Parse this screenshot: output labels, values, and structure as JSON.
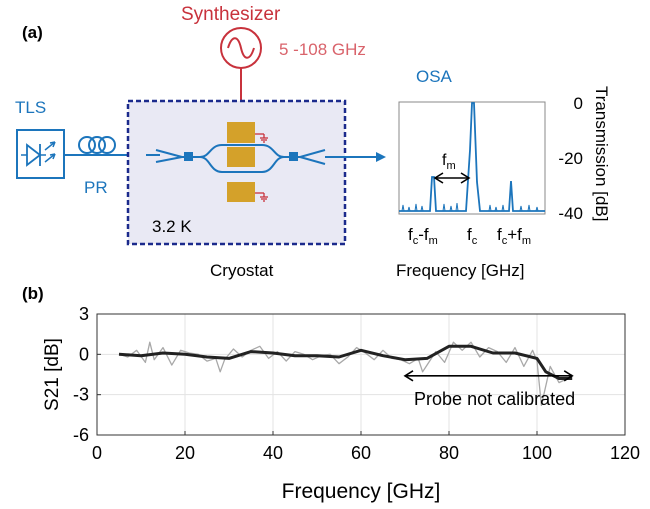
{
  "colors": {
    "optical_blue": "#1c75bc",
    "synth_red": "#c8323c",
    "synth_label": "#d9636b",
    "cryostat_border": "#1b2a8c",
    "cryostat_fill": "#e9e9f4",
    "electrode_gold": "#d4a12a",
    "trace_gray": "#a8a8a8",
    "trace_black": "#222222",
    "grid": "#e3e3e3"
  },
  "panel_a": {
    "label": "(a)",
    "synthesizer": {
      "title": "Synthesizer",
      "range": "5 -108 GHz",
      "icon": "sine-source-icon"
    },
    "tls": {
      "label": "TLS",
      "icon": "laser-diode-icon"
    },
    "pr": {
      "label": "PR",
      "icon": "polarization-controller-icon"
    },
    "cryostat": {
      "temperature": "3.2 K",
      "caption": "Cryostat"
    },
    "osa": {
      "label": "OSA",
      "ylabel": "Transmission [dB]",
      "yticks": [
        "0",
        "-20",
        "-40"
      ],
      "xticks": {
        "left_main": "f",
        "left_sub": "c",
        "left_mid": "-f",
        "left_mid_sub": "m",
        "center_main": "f",
        "center_sub": "c",
        "right_main": "f",
        "right_sub": "c",
        "right_mid": "+f",
        "right_mid_sub": "m"
      },
      "fm_label": "f",
      "fm_sub": "m",
      "xlabel": "Frequency [GHz]"
    }
  },
  "panel_b": {
    "label": "(b)",
    "annotation": "Probe not calibrated"
  },
  "chart_data": {
    "type": "line",
    "xlabel": "Frequency [GHz]",
    "ylabel": "S21 [dB]",
    "xlim": [
      0,
      120
    ],
    "ylim": [
      -6,
      3
    ],
    "xticks": [
      0,
      20,
      40,
      60,
      80,
      100,
      120
    ],
    "yticks": [
      3,
      0,
      -3,
      -6
    ],
    "grid": true,
    "series": [
      {
        "style": "raw",
        "x": [
          5,
          7,
          9,
          11,
          12,
          13,
          15,
          17,
          19,
          21,
          23,
          25,
          27,
          28,
          29,
          31,
          33,
          35,
          37,
          39,
          41,
          43,
          45,
          47,
          49,
          51,
          53,
          55,
          57,
          59,
          61,
          63,
          65,
          67,
          69,
          71,
          73,
          74,
          75,
          77,
          79,
          81,
          83,
          85,
          87,
          89,
          91,
          93,
          95,
          97,
          99,
          100,
          101,
          103,
          105,
          107,
          108
        ],
        "y": [
          0.0,
          -0.2,
          0.3,
          -0.6,
          0.9,
          -0.4,
          0.5,
          -0.8,
          0.3,
          0.1,
          0.0,
          -0.5,
          -0.3,
          -1.3,
          -0.4,
          0.4,
          -0.2,
          0.3,
          0.6,
          -0.3,
          0.2,
          -0.5,
          0.2,
          0.0,
          -0.4,
          -0.1,
          0.0,
          -0.7,
          -0.2,
          0.5,
          0.1,
          -0.4,
          0.3,
          -0.3,
          -0.4,
          -0.7,
          -0.3,
          -1.3,
          -0.8,
          0.2,
          -0.6,
          0.9,
          0.3,
          0.9,
          -0.2,
          0.5,
          0.2,
          -0.6,
          0.5,
          -0.9,
          0.3,
          -0.5,
          -3.8,
          -0.9,
          -2.1,
          -1.8,
          -1.5
        ]
      },
      {
        "style": "smoothed",
        "x": [
          5,
          10,
          15,
          20,
          25,
          30,
          35,
          40,
          45,
          50,
          55,
          60,
          65,
          70,
          75,
          80,
          85,
          90,
          95,
          100,
          102,
          105,
          108
        ],
        "y": [
          0.0,
          -0.1,
          0.1,
          0.0,
          -0.2,
          -0.3,
          0.2,
          0.1,
          -0.1,
          -0.1,
          -0.2,
          0.3,
          -0.1,
          -0.4,
          -0.3,
          0.6,
          0.6,
          0.1,
          0.1,
          -0.3,
          -1.3,
          -1.8,
          -1.8
        ]
      }
    ],
    "annotation": {
      "text": "Probe not calibrated",
      "arrow_x": [
        70,
        108
      ],
      "arrow_y": -1.6
    }
  }
}
